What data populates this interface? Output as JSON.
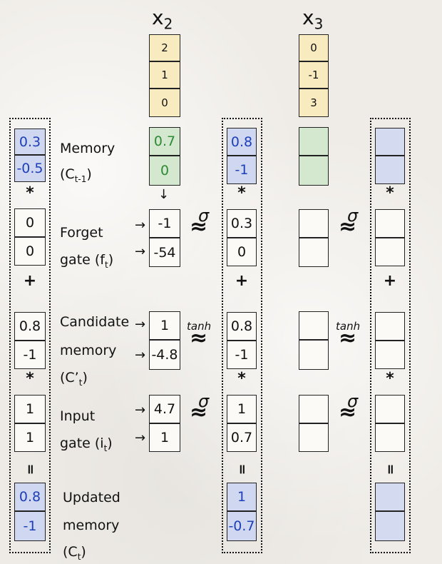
{
  "inputs": {
    "x2": {
      "name": "x",
      "sub": "2",
      "values": [
        "2",
        "1",
        "0"
      ]
    },
    "x3": {
      "name": "x",
      "sub": "3",
      "values": [
        "0",
        "-1",
        "3"
      ]
    }
  },
  "labels": {
    "memory": "Memory",
    "memory_sym": "(C",
    "memory_sub": "t-1",
    "memory_close": ")",
    "forget": "Forget",
    "forget_gate": "gate (f",
    "forget_sub": "t",
    "candidate": "Candidate",
    "candidate_memory": "memory",
    "candidate_sym": "(C’",
    "input": "Input",
    "input_gate": "gate (i",
    "updated": "Updated",
    "updated_memory": "memory",
    "updated_sym": "(C",
    "close": ")"
  },
  "ops": {
    "mul": "*",
    "plus": "+",
    "equals": "॥",
    "sigma": "σ",
    "approx": "≈",
    "tanh": "tanh",
    "arrow_down": "↓",
    "arrow_right": "→"
  },
  "col1": {
    "prev_memory": [
      "0.3",
      "-0.5"
    ],
    "forget": [
      "0",
      "0"
    ],
    "candidate": [
      "0.8",
      "-1"
    ],
    "input": [
      "1",
      "1"
    ],
    "updated": [
      "0.8",
      "-1"
    ]
  },
  "mid2": {
    "memory": [
      "0.7",
      "0"
    ],
    "forget_pre": [
      "-1",
      "-54"
    ],
    "candidate_pre": [
      "1",
      "-4.8"
    ],
    "input_pre": [
      "4.7",
      "1"
    ]
  },
  "col2": {
    "prev_memory": [
      "0.8",
      "-1"
    ],
    "forget": [
      "0.3",
      "0"
    ],
    "candidate": [
      "0.8",
      "-1"
    ],
    "input": [
      "1",
      "0.7"
    ],
    "updated": [
      "1",
      "-0.7"
    ]
  },
  "colors": {
    "memory_blue": "#cfd8f0",
    "memory_text_blue": "#1e3fb8",
    "hidden_green": "#d4e7cf",
    "input_yellow": "#f8ebbf"
  }
}
